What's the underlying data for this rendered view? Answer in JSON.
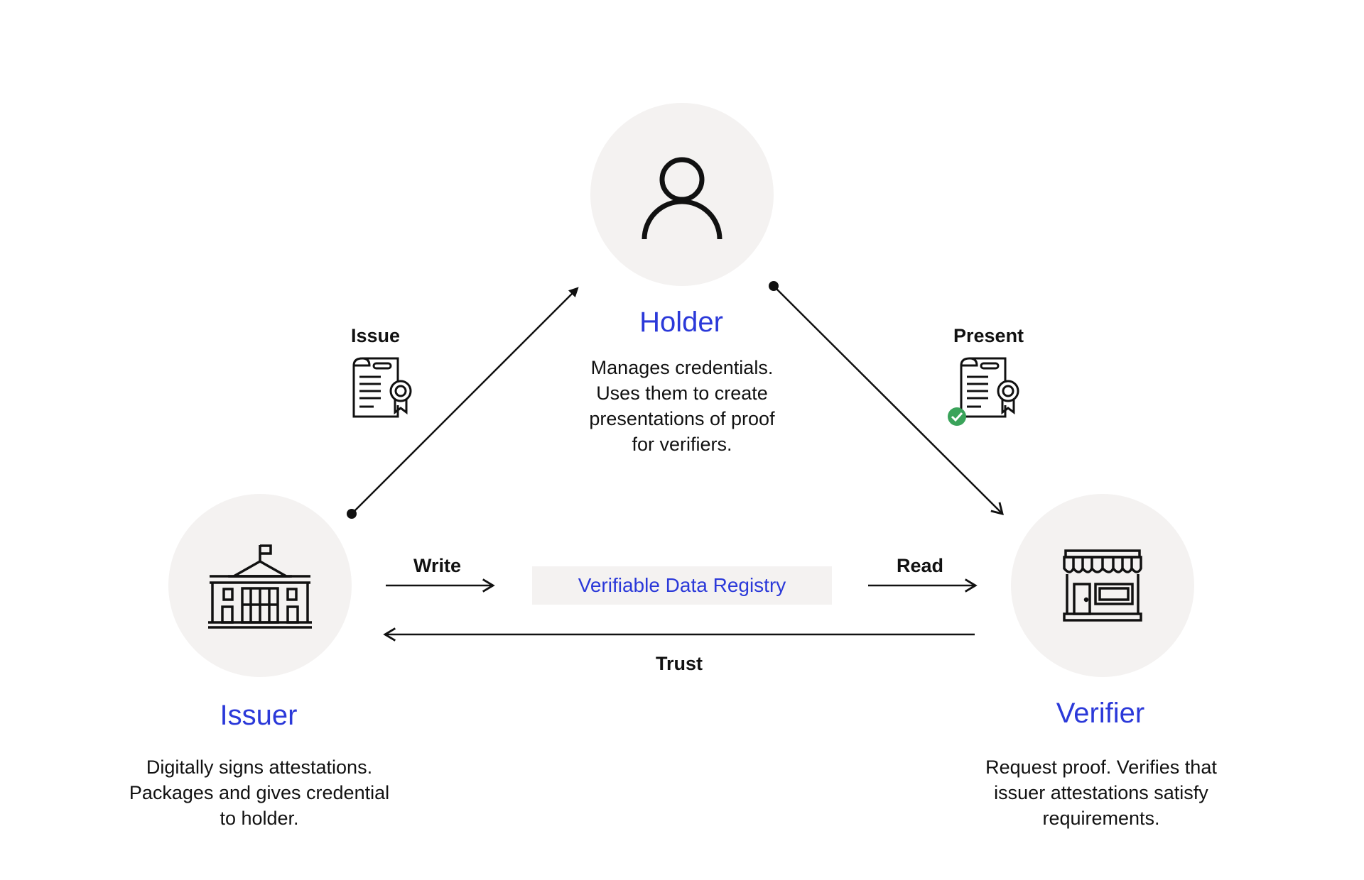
{
  "roles": {
    "holder": {
      "title": "Holder",
      "icon": "person-icon",
      "description": [
        "Manages credentials.",
        "Uses them to create",
        "presentations of proof",
        "for verifiers."
      ]
    },
    "issuer": {
      "title": "Issuer",
      "icon": "government-building-icon",
      "description": [
        "Digitally signs attestations.",
        "Packages and gives credential",
        "to holder."
      ]
    },
    "verifier": {
      "title": "Verifier",
      "icon": "storefront-icon",
      "description": [
        "Request proof. Verifies that",
        "issuer attestations satisfy",
        "requirements."
      ]
    }
  },
  "flows": {
    "issue": {
      "label": "Issue",
      "icon": "certificate-document-icon"
    },
    "present": {
      "label": "Present",
      "icon": "verified-certificate-icon"
    },
    "write": {
      "label": "Write"
    },
    "read": {
      "label": "Read"
    },
    "trust": {
      "label": "Trust"
    }
  },
  "registry": {
    "label": "Verifiable Data Registry"
  },
  "colors": {
    "accent": "#2b39d9",
    "circle_fill": "#f4f2f1",
    "line": "#111111",
    "check": "#3aa35a"
  }
}
